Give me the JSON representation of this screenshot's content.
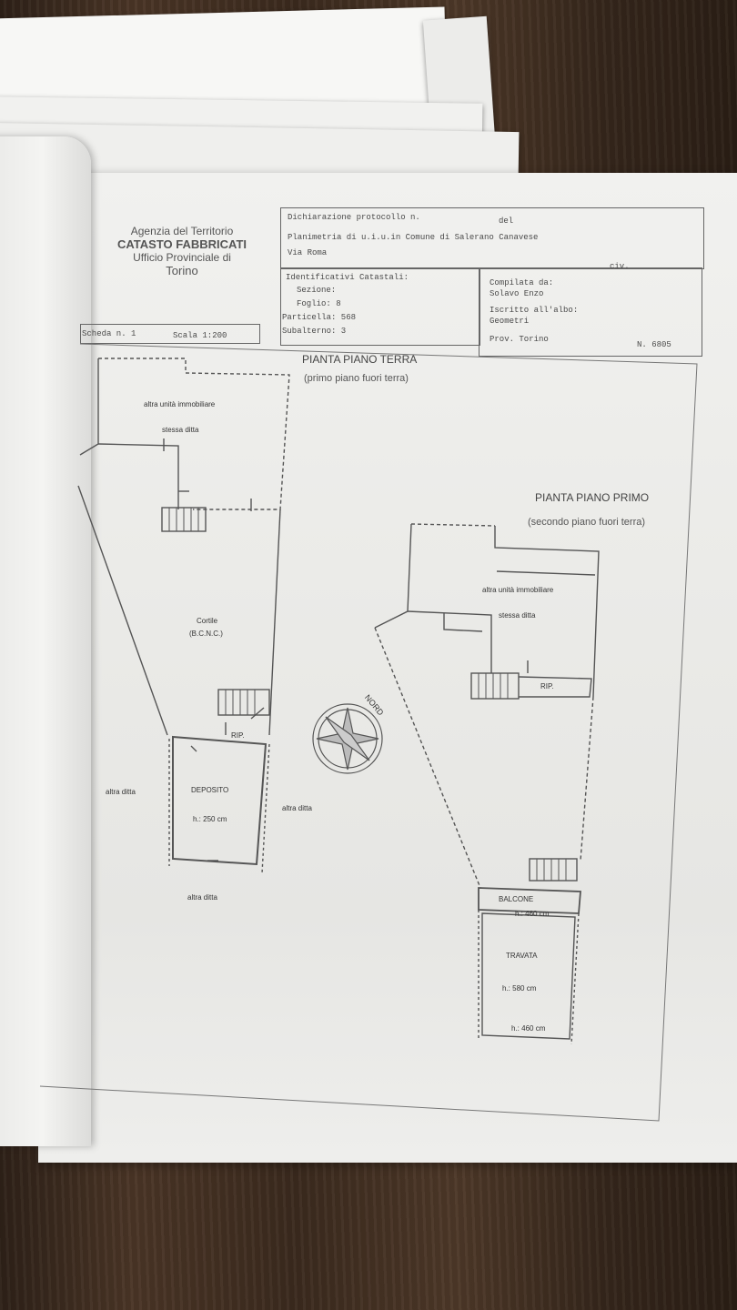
{
  "header": {
    "agency_line1": "Agenzia del Territorio",
    "agency_line2": "CATASTO FABBRICATI",
    "agency_line3": "Ufficio Provinciale di",
    "agency_line4": "Torino"
  },
  "declaration": {
    "line1_label": "Dichiarazione protocollo n.",
    "line1_del": "del",
    "line2": "Planimetria di u.i.u.in Comune di Salerano Canavese",
    "line3_address": "Via Roma",
    "civ_label": "civ."
  },
  "identifiers": {
    "title": "Identificativi Catastali:",
    "sezione": "Sezione:",
    "foglio": "Foglio: 8",
    "particella": "Particella: 568",
    "subalterno": "Subalterno: 3"
  },
  "compiler": {
    "compilata_label": "Compilata da:",
    "compilata_name": "Solavo Enzo",
    "iscritto_label": "Iscritto all'albo:",
    "iscritto_value": "Geometri",
    "prov_label": "Prov. Torino",
    "numero": "N. 6805"
  },
  "sheet": {
    "scheda": "Scheda n. 1",
    "scala": "Scala 1:200"
  },
  "ground_floor": {
    "title": "PIANTA PIANO TERRA",
    "subtitle": "(primo piano fuori terra)",
    "labels": {
      "altra_unita": "altra unità immobiliare",
      "stessa_ditta": "stessa ditta",
      "cortile": "Cortile",
      "bcnc": "(B.C.N.C.)",
      "rip": "RIP.",
      "deposito": "DEPOSITO",
      "height": "h.: 250 cm",
      "altra_ditta_left": "altra ditta",
      "altra_ditta_right": "altra ditta",
      "altra_ditta_bottom": "altra ditta"
    }
  },
  "first_floor": {
    "title": "PIANTA PIANO PRIMO",
    "subtitle": "(secondo piano fuori terra)",
    "labels": {
      "altra_unita": "altra unità immobiliare",
      "stessa_ditta": "stessa ditta",
      "rip": "RIP.",
      "balcone": "BALCONE",
      "h_balcone": "h.: 460 cm",
      "travata": "TRAVATA",
      "h_travata": "h.: 580 cm",
      "h_bottom": "h.: 460 cm"
    }
  },
  "compass": {
    "label": "NORD"
  }
}
